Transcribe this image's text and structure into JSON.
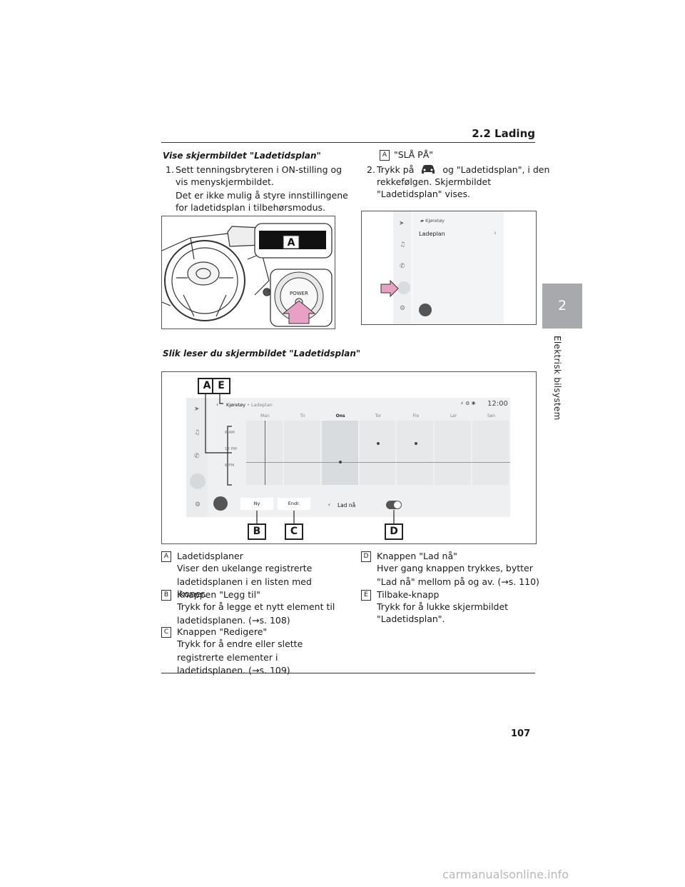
{
  "header": {
    "section": "2.2 Lading"
  },
  "sidetab": {
    "number": "2",
    "label": "Elektrisk bilsystem"
  },
  "left": {
    "heading1": "Vise skjermbildet \"Ladetidsplan\"",
    "step1_num": "1.",
    "step1_line1": "Sett tenningsbryteren i ON-stilling og",
    "step1_line2": "vis menyskjermbildet.",
    "note_line1": "Det er ikke mulig å styre innstillingene",
    "note_line2": "for ladetidsplan i tilbehørsmodus.",
    "fig1_callout": "A",
    "fig1_power": "POWER",
    "heading2": "Slik leser du skjermbildet \"Ladetidsplan\""
  },
  "right": {
    "keyA_label": "A",
    "keyA_text": "\"SLÅ PÅ\"",
    "step2_num": "2.",
    "step2_pre": "Trykk på",
    "step2_post": "og \"Ladetidsplan\", i den",
    "step2_line2": "rekkefølgen. Skjermbildet",
    "step2_line3": "\"Ladetidsplan\" vises.",
    "fig2_header": "Kjøretøy",
    "fig2_item": "Ladeplan",
    "fig2_chevron": "›"
  },
  "fig3": {
    "breadcrumb_parent": "Kjøretøy",
    "breadcrumb_sep": "•",
    "breadcrumb_current": "Ladeplan",
    "clock": "12:00",
    "days": [
      "Man",
      "Tir",
      "Ons",
      "Tor",
      "Fre",
      "Lør",
      "Søn"
    ],
    "times": [
      "6 AM",
      "12 PM",
      "6 PM"
    ],
    "btn_new": "Ny",
    "btn_edit": "Endr.",
    "charge_now": "Lad nå",
    "callouts": [
      "A",
      "E",
      "B",
      "C",
      "D"
    ]
  },
  "legend": {
    "A": {
      "key": "A",
      "title": "Ladetidsplaner",
      "lines": [
        "Viser den ukelange registrerte",
        "ladetidsplanen i en listen med ikoner."
      ]
    },
    "B": {
      "key": "B",
      "title": "Knappen \"Legg til\"",
      "lines": [
        "Trykk for å legge et nytt element til",
        "ladetidsplanen. (→s. 108)"
      ]
    },
    "C": {
      "key": "C",
      "title": "Knappen \"Redigere\"",
      "lines": [
        "Trykk for å endre eller slette",
        "registrerte elementer i",
        "ladetidsplanen. (→s. 109)"
      ]
    },
    "D": {
      "key": "D",
      "title": "Knappen \"Lad nå\"",
      "lines": [
        "Hver gang knappen trykkes, bytter",
        "\"Lad nå\" mellom på og av. (→s. 110)"
      ]
    },
    "E": {
      "key": "E",
      "title": "Tilbake-knapp",
      "lines": [
        "Trykk for å lukke skjermbildet",
        "\"Ladetidsplan\"."
      ]
    }
  },
  "footer": {
    "page": "107",
    "watermark": "carmanualsonline.info"
  }
}
